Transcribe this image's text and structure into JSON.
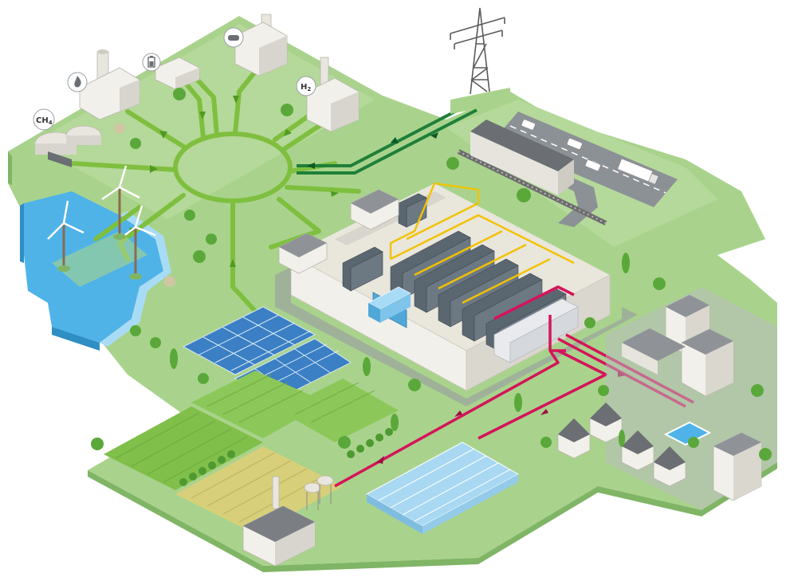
{
  "labels": {
    "methane": "CH",
    "methane_sub": "4",
    "hydrogen": "H",
    "hydrogen_sub": "2"
  },
  "colors": {
    "ground": "#a9d38c",
    "ground_side": "#7fb565",
    "ground_light": "#c7e3af",
    "grid_green": "#7fbf3f",
    "grid_dark": "#1f7f3a",
    "heat_red": "#d4145a",
    "cable_yellow": "#f2c200",
    "water": "#4fb3e8",
    "water_light": "#a8dcf6",
    "building": "#f2f0ea",
    "roof": "#b9bcc1",
    "server": "#5b6770",
    "road": "#8c9196",
    "tree": "#5aa83a",
    "field_yellow": "#d8cf7a"
  },
  "icons": [
    "flame-icon",
    "battery-icon",
    "cloud-icon",
    "methane-label",
    "hydrogen-label",
    "wind-turbine-icon",
    "pylon-icon"
  ]
}
